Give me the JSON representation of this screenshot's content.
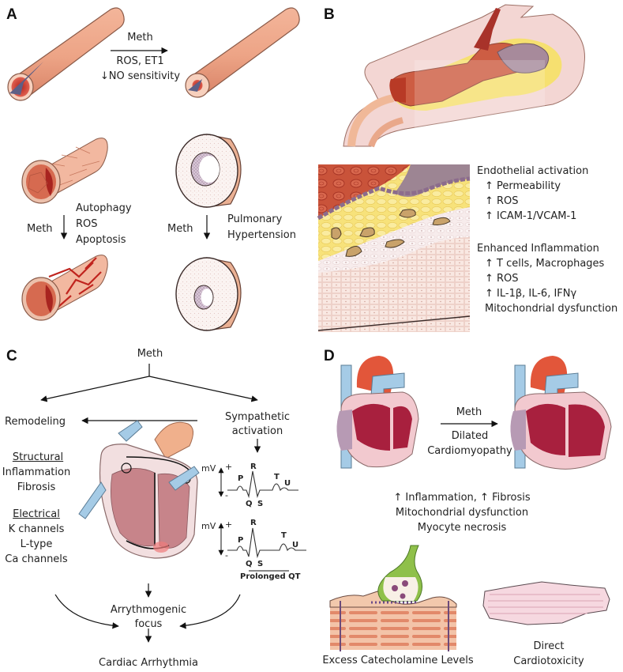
{
  "panels": {
    "a": {
      "letter": "A",
      "top_arrow": {
        "line1": "Meth",
        "line2": "ROS, ET1",
        "line3": "↓NO sensitivity"
      },
      "left_branch": {
        "arrow_label": "Meth",
        "effects": [
          "Autophagy",
          "ROS",
          "Apoptosis"
        ]
      },
      "right_branch": {
        "arrow_label": "Meth",
        "effects": [
          "Pulmonary",
          "Hypertension"
        ]
      }
    },
    "b": {
      "letter": "B",
      "groups": [
        {
          "heading": "Endothelial activation",
          "items": [
            "↑ Permeability",
            "↑ ROS",
            "↑ ICAM-1/VCAM-1"
          ]
        },
        {
          "heading": "Enhanced Inflammation",
          "items": [
            "↑ T cells, Macrophages",
            "↑ ROS",
            "↑ IL-1β, IL-6, IFNγ",
            "Mitochondrial dysfunction"
          ]
        }
      ]
    },
    "c": {
      "letter": "C",
      "root": "Meth",
      "left_node": "Remodeling",
      "right_node": [
        "Sympathetic",
        "activation"
      ],
      "structural": {
        "heading": "Structural",
        "items": [
          "Inflammation",
          "Fibrosis"
        ]
      },
      "electrical": {
        "heading": "Electrical",
        "items": [
          "K channels",
          "L-type",
          "Ca channels"
        ]
      },
      "ecg": {
        "unit": "mV",
        "plus": "+",
        "minus": "-",
        "waves": [
          "P",
          "Q",
          "R",
          "S",
          "T",
          "U"
        ],
        "prolonged_label": "Prolonged QT"
      },
      "focus": [
        "Arrythmogenic",
        "focus"
      ],
      "outcome": "Cardiac Arrhythmia"
    },
    "d": {
      "letter": "D",
      "arrow": {
        "line1": "Meth",
        "line2": "Dilated",
        "line3": "Cardiomyopathy"
      },
      "effects": [
        "↑ Inflammation, ↑ Fibrosis",
        "Mitochondrial dysfunction",
        "Myocyte necrosis"
      ],
      "mechanisms": [
        {
          "label": "Excess Catecholamine Levels"
        },
        {
          "label_lines": [
            "Direct",
            "Cardiotoxicity"
          ]
        }
      ]
    }
  }
}
